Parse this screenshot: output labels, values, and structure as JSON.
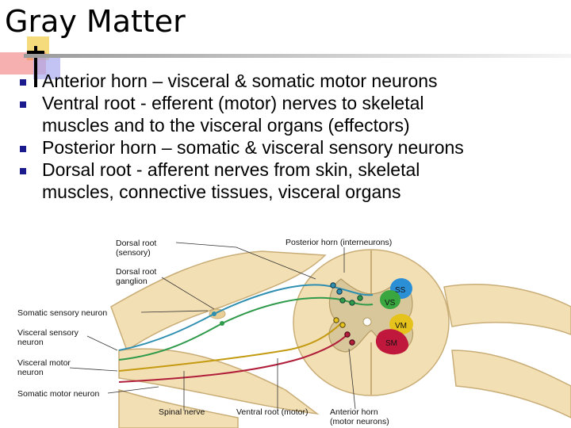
{
  "slide": {
    "title": "Gray Matter",
    "bullets": [
      {
        "lines": [
          "Anterior horn – visceral & somatic motor neurons"
        ]
      },
      {
        "lines": [
          "Ventral root - efferent (motor) nerves to skeletal",
          "muscles and to the visceral organs (effectors)"
        ]
      },
      {
        "lines": [
          "Posterior horn – somatic & visceral sensory neurons"
        ]
      },
      {
        "lines": [
          "Dorsal root - afferent nerves from skin, skeletal",
          "muscles, connective tissues, visceral organs"
        ]
      }
    ]
  },
  "diagram": {
    "labels": {
      "dorsal_root": [
        "Dorsal root",
        "(sensory)"
      ],
      "posterior_horn": "Posterior horn (interneurons)",
      "dorsal_root_ganglion": [
        "Dorsal root",
        "ganglion"
      ],
      "somatic_sensory_neuron": "Somatic sensory neuron",
      "visceral_sensory_neuron": [
        "Visceral sensory",
        "neuron"
      ],
      "visceral_motor_neuron": [
        "Visceral motor",
        "neuron"
      ],
      "somatic_motor_neuron": "Somatic motor neuron",
      "spinal_nerve": "Spinal nerve",
      "ventral_root": "Ventral root (motor)",
      "anterior_horn": [
        "Anterior horn",
        "(motor neurons)"
      ]
    },
    "zones": {
      "ss": "SS",
      "vs": "VS",
      "vm": "VM",
      "sm": "SM"
    },
    "colors": {
      "tissue": "#f3dfb4",
      "tissue_edge": "#c9ad77",
      "gray_matter": "#d8c79a",
      "ss_zone": "#2b8fd6",
      "vs_zone": "#3aa640",
      "vm_zone": "#e6c21c",
      "sm_zone": "#c0183c",
      "somatic_sensory": "#2f8fb0",
      "visceral_sensory": "#2f9a4a",
      "visceral_motor": "#c49a10",
      "somatic_motor": "#b01e3a",
      "bullet_marker": "#1a1a8c"
    }
  }
}
